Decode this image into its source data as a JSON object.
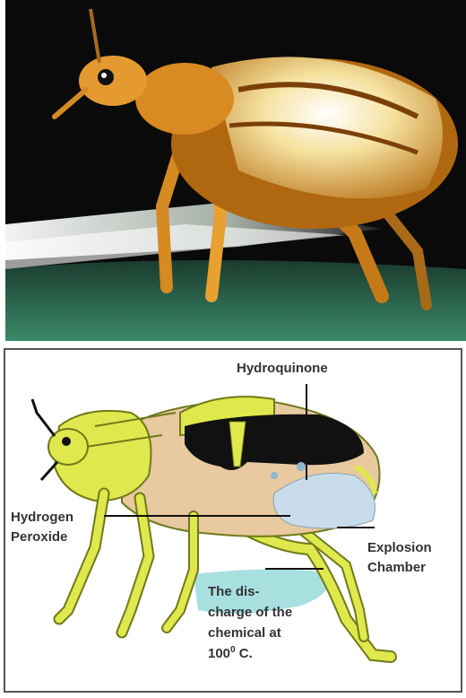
{
  "labels": {
    "hydroquinone": "Hydroquinone",
    "hydrogen_peroxide_line1": "Hydrogen",
    "hydrogen_peroxide_line2": "Peroxide",
    "explosion_chamber_line1": "Explosion",
    "explosion_chamber_line2": "Chamber",
    "discharge_line1": "The dis-",
    "discharge_line2": "charge of the",
    "discharge_line3": "chemical at",
    "discharge_temp_value": "100",
    "discharge_temp_superscript": "0",
    "discharge_temp_unit": " C."
  },
  "colors": {
    "beetle_body": "#dfe84c",
    "beetle_outline": "#6f7a1a",
    "abdomen_tan": "#e8c9a0",
    "gland_dark": "#111111",
    "chamber_blue": "#c9dcea",
    "discharge_spray": "#a8e0e0",
    "photo_background": "#0a0a0a",
    "photo_beetle_orange": "#d98a20",
    "panel_border": "#555555"
  }
}
